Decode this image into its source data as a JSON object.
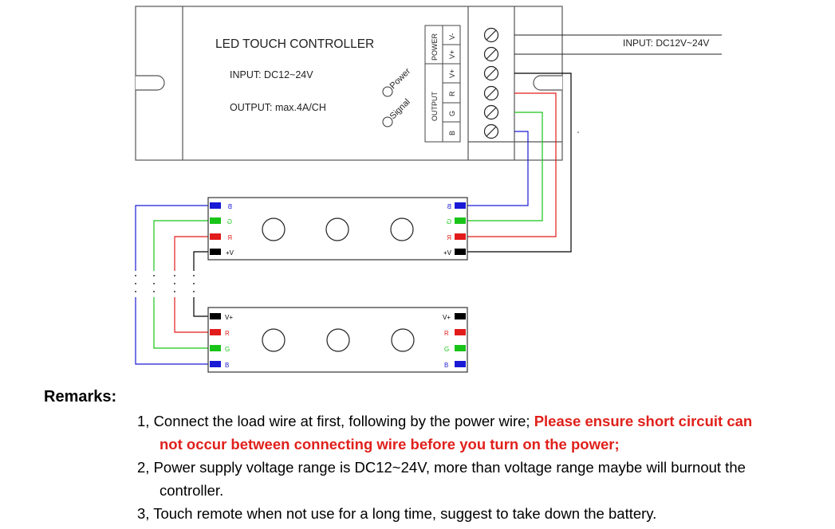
{
  "controller": {
    "title": "LED TOUCH  CONTROLLER",
    "input": "INPUT: DC12~24V",
    "output": "OUTPUT: max.4A/CH",
    "power_led": "Power",
    "signal_led": "Signal",
    "power_group": "POWER",
    "output_group": "OUTPUT",
    "pins": [
      "V-",
      "V+",
      "V+",
      "R",
      "G",
      "B"
    ]
  },
  "input_supply_label": "INPUT: DC12V~24V",
  "strip1": {
    "left_labels": [
      "B",
      "G",
      "R",
      "V+"
    ],
    "right_labels": [
      "B",
      "G",
      "R",
      "V+"
    ]
  },
  "strip2": {
    "left_labels": [
      "V+",
      "R",
      "G",
      "B"
    ],
    "right_labels": [
      "V+",
      "R",
      "G",
      "B"
    ]
  },
  "remarks": {
    "title": "Remarks:",
    "r1_plain": "1, Connect the load wire at first, following by the power wire; ",
    "r1_warn_a": "Please ensure short circuit can",
    "r1_warn_b": "not occur between connecting wire before you turn on the power",
    "r1_end": ";",
    "r2_a": "2, Power supply voltage range is DC12~24V, more than voltage range maybe will burnout the",
    "r2_b": "controller.",
    "r3": "3, Touch remote when not use for a long time, suggest to take down the battery."
  },
  "colors": {
    "blue": "#1a1ad6",
    "green": "#19c419",
    "red": "#e21b1b",
    "black": "#000000"
  }
}
